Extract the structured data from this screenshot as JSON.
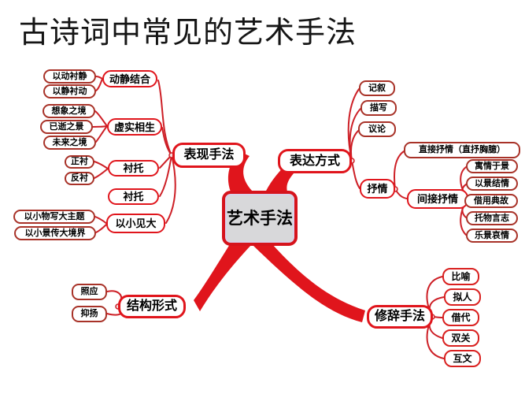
{
  "title": "古诗词中常见的艺术手法",
  "colors": {
    "branch_red": "#e0151c",
    "parent_border": "#e0151c",
    "leaf_border": "#a83228",
    "center_fill": "#d8d8da",
    "text": "#000000",
    "background": "#ffffff"
  },
  "mindmap": {
    "center": {
      "label": "艺术手法"
    },
    "branches": [
      {
        "label": "表现手法",
        "children": [
          {
            "label": "动静结合",
            "children": [
              {
                "label": "以动衬静"
              },
              {
                "label": "以静衬动"
              }
            ]
          },
          {
            "label": "虚实相生",
            "children": [
              {
                "label": "想象之境"
              },
              {
                "label": "已逝之景"
              },
              {
                "label": "未来之境"
              }
            ]
          },
          {
            "label": "衬托",
            "children": [
              {
                "label": "正衬"
              },
              {
                "label": "反衬"
              }
            ]
          },
          {
            "label": "衬托",
            "children": []
          },
          {
            "label": "以小见大",
            "children": [
              {
                "label": "以小物写大主题"
              },
              {
                "label": "以小景传大境界"
              }
            ]
          }
        ]
      },
      {
        "label": "表达方式",
        "children": [
          {
            "label": "记叙"
          },
          {
            "label": "描写"
          },
          {
            "label": "议论"
          },
          {
            "label": "抒情",
            "children": [
              {
                "label": "直接抒情（直抒胸臆）"
              },
              {
                "label": "间接抒情",
                "children": [
                  {
                    "label": "寓情于景"
                  },
                  {
                    "label": "以景结情"
                  },
                  {
                    "label": "借用典故"
                  },
                  {
                    "label": "托物言志"
                  },
                  {
                    "label": "乐景哀情"
                  }
                ]
              }
            ]
          }
        ]
      },
      {
        "label": "结构形式",
        "children": [
          {
            "label": "照应"
          },
          {
            "label": "抑扬"
          }
        ]
      },
      {
        "label": "修辞手法",
        "children": [
          {
            "label": "比喻"
          },
          {
            "label": "拟人"
          },
          {
            "label": "借代"
          },
          {
            "label": "双关"
          },
          {
            "label": "互文"
          }
        ]
      }
    ]
  }
}
